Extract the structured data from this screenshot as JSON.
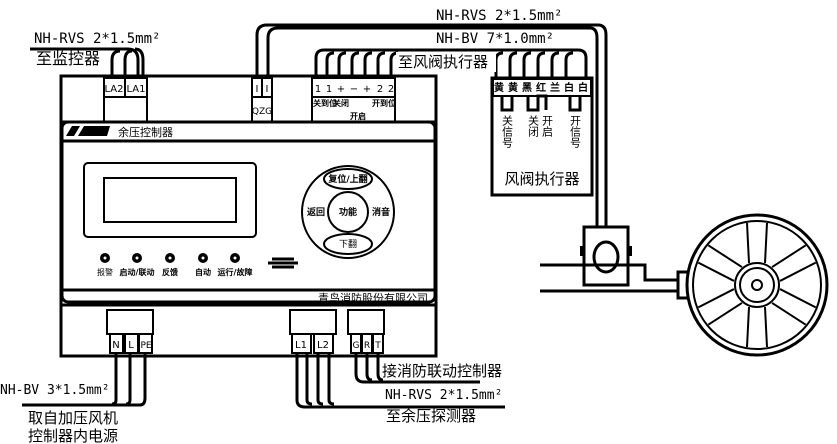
{
  "cables": {
    "monitor_cable": "NH-RVS 2*1.5mm²",
    "monitor_dest": "至监控器",
    "sensor_cable_top": "NH-RVS 2*1.5mm²",
    "actuator_cable": "NH-BV 7*1.0mm²",
    "actuator_dest": "至风阀执行器",
    "power_cable": "NH-BV 3*1.5mm²",
    "power_source_1": "取自加压风机",
    "power_source_2": "控制器内电源",
    "linkage_dest": "接消防联动控制器",
    "detector_cable": "NH-RVS 2*1.5mm²",
    "detector_dest": "至余压探测器"
  },
  "device": {
    "title": "余压控制器",
    "manufacturer": "青鸟消防股份有限公司",
    "top_terminals": [
      "LA2",
      "LA1",
      "I",
      "I",
      "1",
      "1",
      "+",
      "−",
      "+",
      "2",
      "2"
    ],
    "qzg_label": "QZG",
    "top_terminal_groups": [
      "关到位",
      "关闭",
      "开启",
      "开到位"
    ],
    "bottom_terminals": [
      "N",
      "L",
      "PE",
      "L1",
      "L2",
      "G",
      "R",
      "T"
    ],
    "buttons": {
      "up": "复位/上翻",
      "back": "返回",
      "func": "功能",
      "mute": "消音",
      "down": "下翻"
    },
    "leds": [
      "报警",
      "启动/联动",
      "反馈",
      "自动",
      "运行/故障"
    ]
  },
  "actuator": {
    "title": "风阀执行器",
    "terminals": [
      "黄",
      "黄",
      "黑",
      "红",
      "兰",
      "白",
      "白"
    ],
    "signals": [
      "关信号",
      "关闭",
      "开启",
      "开信号"
    ]
  }
}
